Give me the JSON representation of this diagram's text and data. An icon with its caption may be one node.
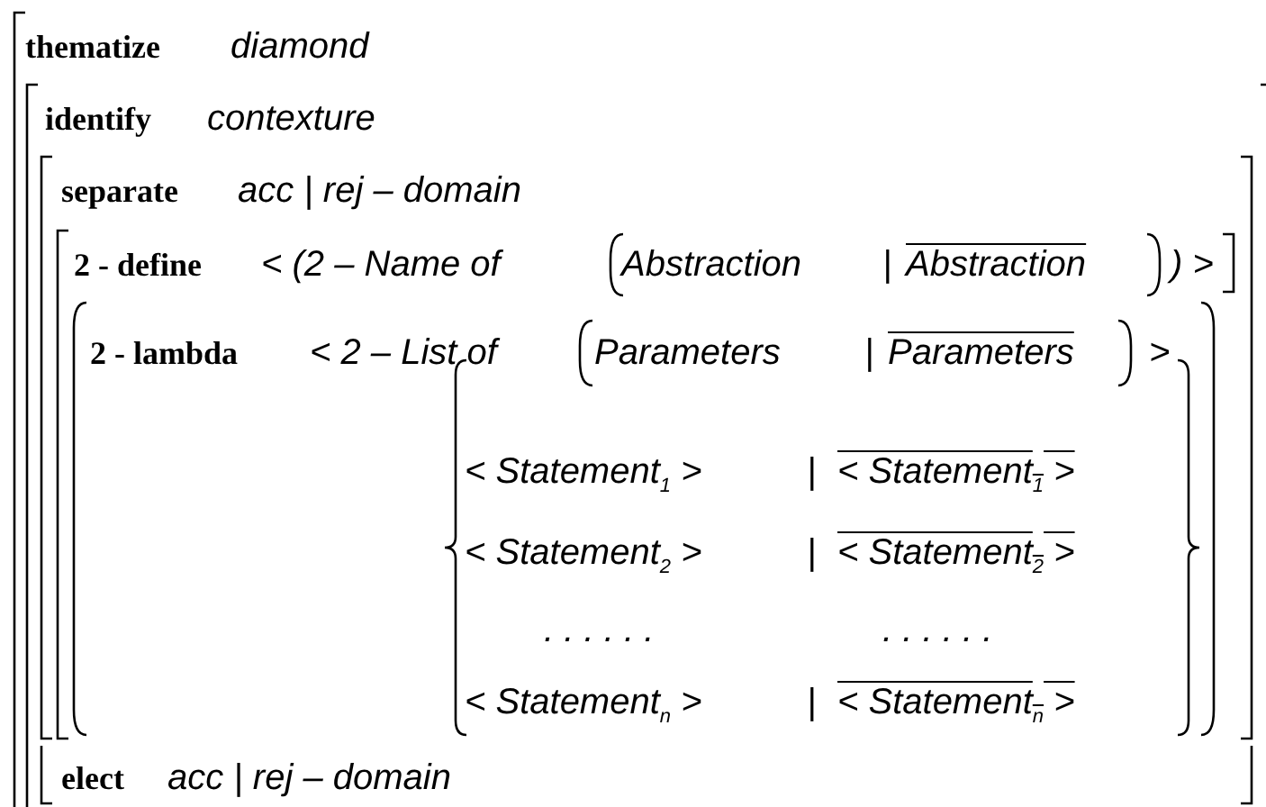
{
  "diagram": {
    "labels": [
      "thematize",
      "diamond",
      "identify",
      "contexture",
      "separate",
      "acc | rej – domain",
      "2 - define",
      "< (2 – Name of",
      "Abstraction",
      "|",
      "Abstraction",
      ") >",
      "2 - lambda",
      "< 2 – List of",
      "Parameters",
      "|",
      "Parameters",
      ">",
      "< Statement$_{1}$ >",
      "|",
      "< Statement$_{1}$ >",
      "< Statement$_{2}$ >",
      "|",
      "< Statement$_{2}$ >",
      ". . . . . .",
      ". . . . . .",
      "< Statement$_{n}$ >",
      "|",
      "< Statement$_{n}$ >",
      "elect",
      "acc | rej – domain"
    ]
  }
}
